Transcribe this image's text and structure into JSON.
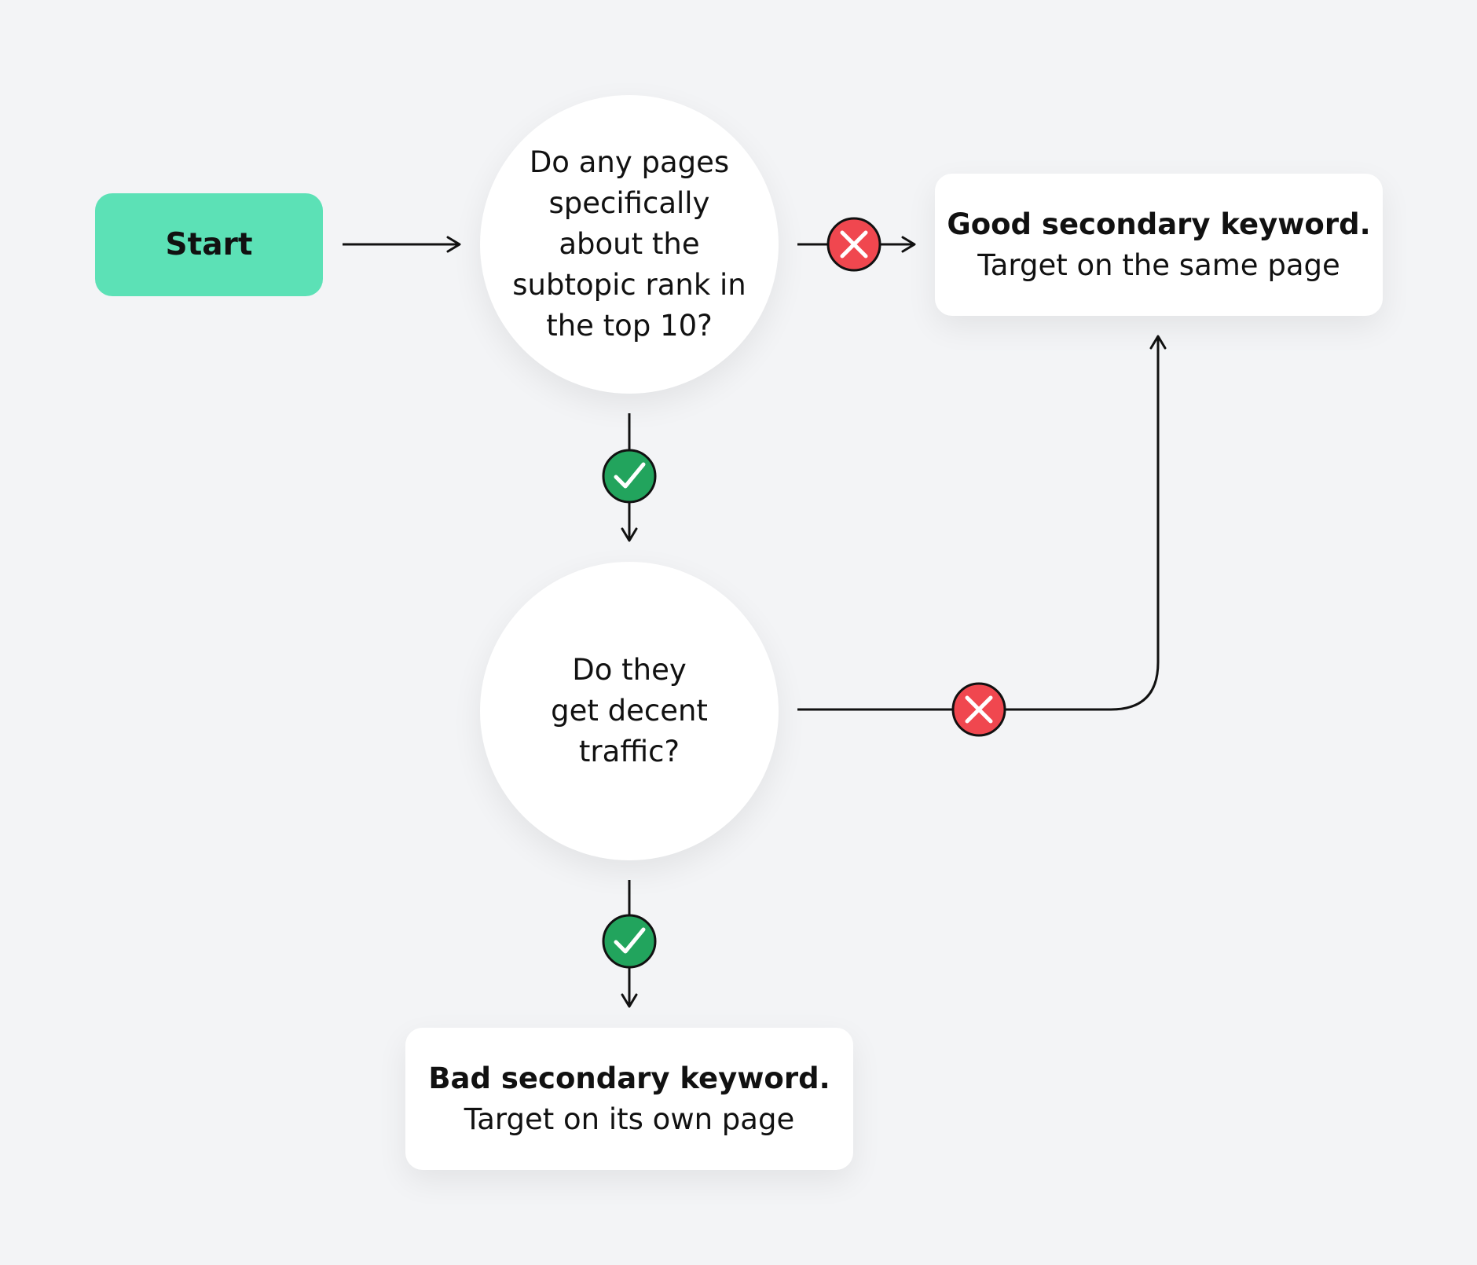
{
  "diagram": {
    "start": {
      "label": "Start"
    },
    "questions": [
      {
        "text": "Do any pages\nspecifically\nabout the\nsubtopic rank in\nthe top 10?"
      },
      {
        "text": "Do they\nget decent\ntraffic?"
      }
    ],
    "results": {
      "good": {
        "title": "Good secondary keyword.",
        "subtitle": "Target on the same page"
      },
      "bad": {
        "title": "Bad secondary keyword.",
        "subtitle": "Target on its own page"
      }
    },
    "edges": [
      {
        "from": "Start",
        "to": "question-1",
        "marker": "none"
      },
      {
        "from": "question-1",
        "to": "result-good",
        "marker": "no"
      },
      {
        "from": "question-1",
        "to": "question-2",
        "marker": "yes"
      },
      {
        "from": "question-2",
        "to": "result-good",
        "marker": "no"
      },
      {
        "from": "question-2",
        "to": "result-bad",
        "marker": "yes"
      }
    ],
    "colors": {
      "background": "#f3f4f6",
      "start_fill": "#5ce1b6",
      "yes_marker": "#22a45d",
      "no_marker": "#f0474f",
      "line": "#111111"
    },
    "icons": {
      "yes": "check-icon",
      "no": "x-icon"
    }
  }
}
